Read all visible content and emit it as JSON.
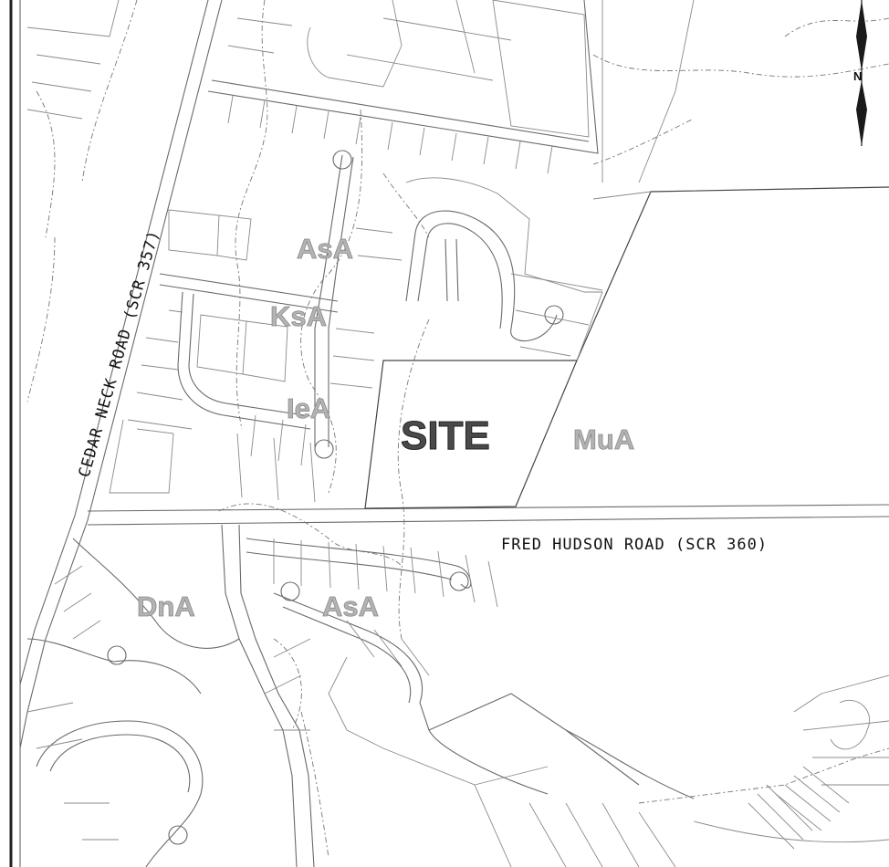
{
  "roads": {
    "cedar_neck": "CEDAR NECK ROAD (SCR 357)",
    "fred_hudson": "FRED HUDSON ROAD (SCR 360)"
  },
  "site_label": "SITE",
  "north_arrow": {
    "label": "N",
    "icon": "north-arrow-icon"
  },
  "soil_units": [
    {
      "id": "asa-north",
      "label": "AsA"
    },
    {
      "id": "ksa",
      "label": "KsA"
    },
    {
      "id": "iea",
      "label": "IeA"
    },
    {
      "id": "mua",
      "label": "MuA"
    },
    {
      "id": "dna",
      "label": "DnA"
    },
    {
      "id": "asa-south",
      "label": "AsA"
    }
  ]
}
